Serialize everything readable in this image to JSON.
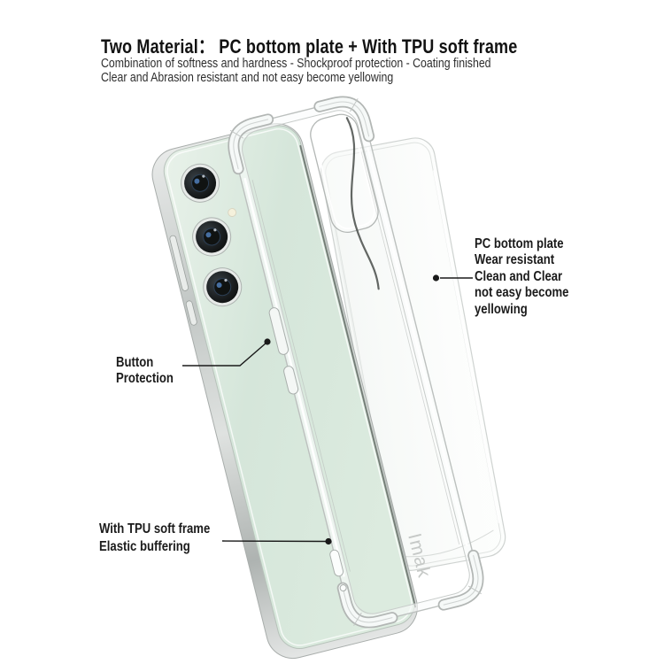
{
  "header": {
    "title": "Two Material： PC bottom plate + With TPU soft frame",
    "subtitle_line1": "Combination of softness and hardness - Shockproof protection - Coating finished",
    "subtitle_line2": "Clear and Abrasion resistant and not easy become yellowing"
  },
  "annotations": {
    "pc_plate": {
      "lines": [
        "PC bottom plate",
        "Wear resistant",
        "Clean and Clear",
        "not easy become",
        "yellowing"
      ]
    },
    "button_protection": {
      "lines": [
        "Button",
        "Protection"
      ]
    },
    "tpu_frame": {
      "lines": [
        "With TPU soft frame",
        "Elastic buffering"
      ]
    }
  },
  "product": {
    "brand_watermark": "Imak",
    "phone_back_color": "#d9e8dd",
    "phone_frame_color": "#c3c8c6",
    "case_edge_color": "#bcc0be",
    "callout_color": "#1a1a1a"
  }
}
